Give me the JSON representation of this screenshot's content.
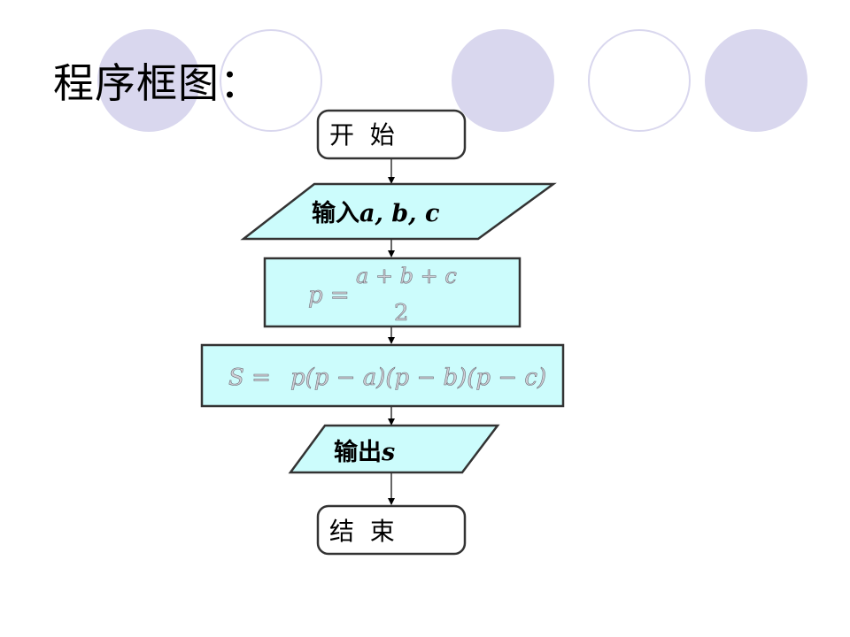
{
  "slide": {
    "title": "程序框图：",
    "accent_fill_color": "#d9d7ee",
    "shape_fill_color": "#ccfcfc"
  },
  "flowchart": {
    "start": "开  始",
    "input_prefix": "输入",
    "input_vars": "a, b, c",
    "p_lhs": "p =",
    "p_numerator": "a + b + c",
    "p_denominator": "2",
    "s_lhs": "S =",
    "s_radicand": "p(p − a)(p − b)(p − c)",
    "output_prefix": "输出",
    "output_var": "s",
    "end": "结  束"
  }
}
